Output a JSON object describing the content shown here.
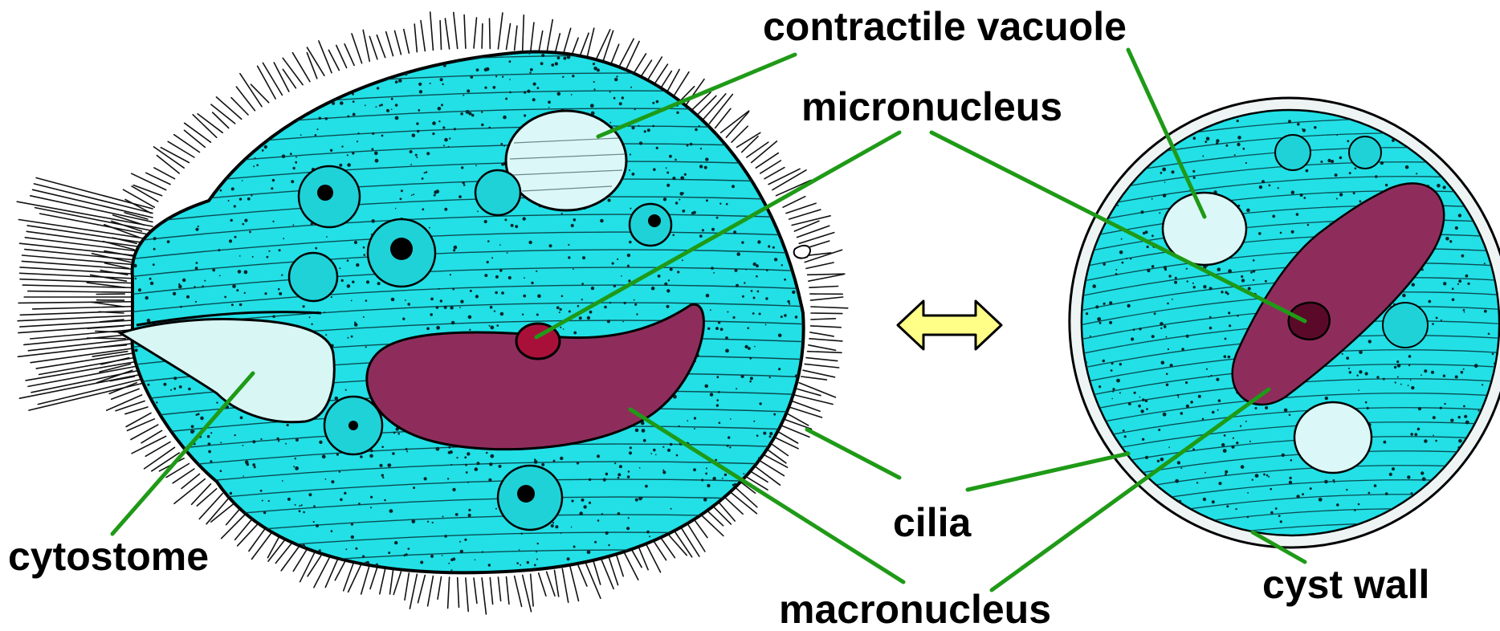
{
  "labels": {
    "contractile_vacuole": "contractile vacuole",
    "micronucleus": "micronucleus",
    "cilia": "cilia",
    "cytostome": "cytostome",
    "macronucleus": "macronucleus",
    "cyst_wall": "cyst wall"
  },
  "colors": {
    "cytoplasm": "#22e0e6",
    "macronucleus": "#8e2d5c",
    "micronucleus_active": "#a8103a",
    "micronucleus_cyst": "#5a0a28",
    "vacuole": "#dcf7f7",
    "leader_line": "#1f9a17",
    "arrow_fill": "#ffff88"
  },
  "icons": {
    "transition_arrow": "double-headed-arrow-icon"
  }
}
